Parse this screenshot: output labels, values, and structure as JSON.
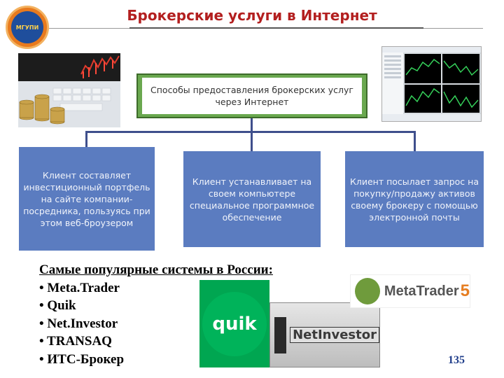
{
  "title": "Брокерские услуги в Интернет",
  "logo": {
    "text": "МГУПИ"
  },
  "top_box": {
    "text": "Способы предоставления брокерских услуг через Интернет"
  },
  "boxes": [
    {
      "text": "Клиент составляет инвестиционный портфель на сайте компании-посредника, пользуясь при этом веб-броузером"
    },
    {
      "text": "Клиент устанавливает на своем компьютере специальное программное обеспечение"
    },
    {
      "text": "Клиент посылает запрос на покупку/продажу активов своему брокеру с помощью электронной почты"
    }
  ],
  "systems": {
    "heading": "Самые популярные системы в России:",
    "items": [
      "• Meta.Trader",
      "• Quik",
      "• Net.Investor",
      "• TRANSAQ",
      "• ИТС-Брокер"
    ]
  },
  "logos": {
    "quik": "quik",
    "netinvestor": "NetInvestor",
    "metatrader_text": "MetaTrader",
    "metatrader_num": "5"
  },
  "page_number": "135",
  "colors": {
    "title": "#b31f1f",
    "box": "#5b7cc0",
    "top_box_border": "#6aa84f",
    "connector": "#3f4f8c",
    "page_number": "#1f3d8a"
  }
}
